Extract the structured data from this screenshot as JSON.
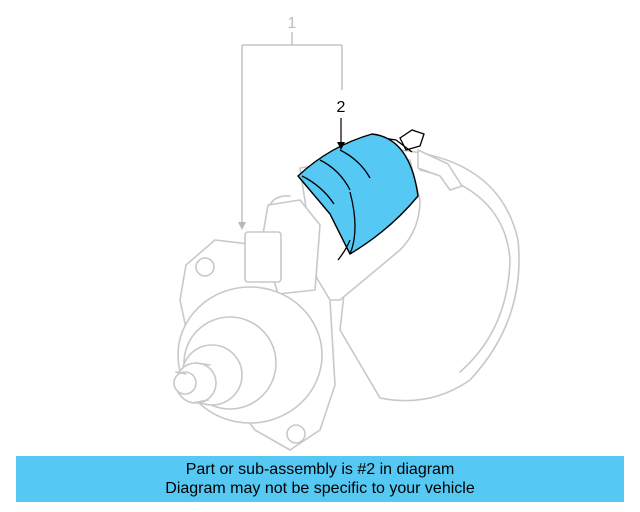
{
  "diagram": {
    "callouts": [
      {
        "number": "1"
      },
      {
        "number": "2"
      }
    ],
    "highlight_color": "#55c8f3",
    "ghost_color": "#c8c8c8"
  },
  "banner": {
    "line1": "Part or sub-assembly is #2 in diagram",
    "line2": "Diagram may not be specific to your vehicle",
    "background": "#55c8f3"
  }
}
